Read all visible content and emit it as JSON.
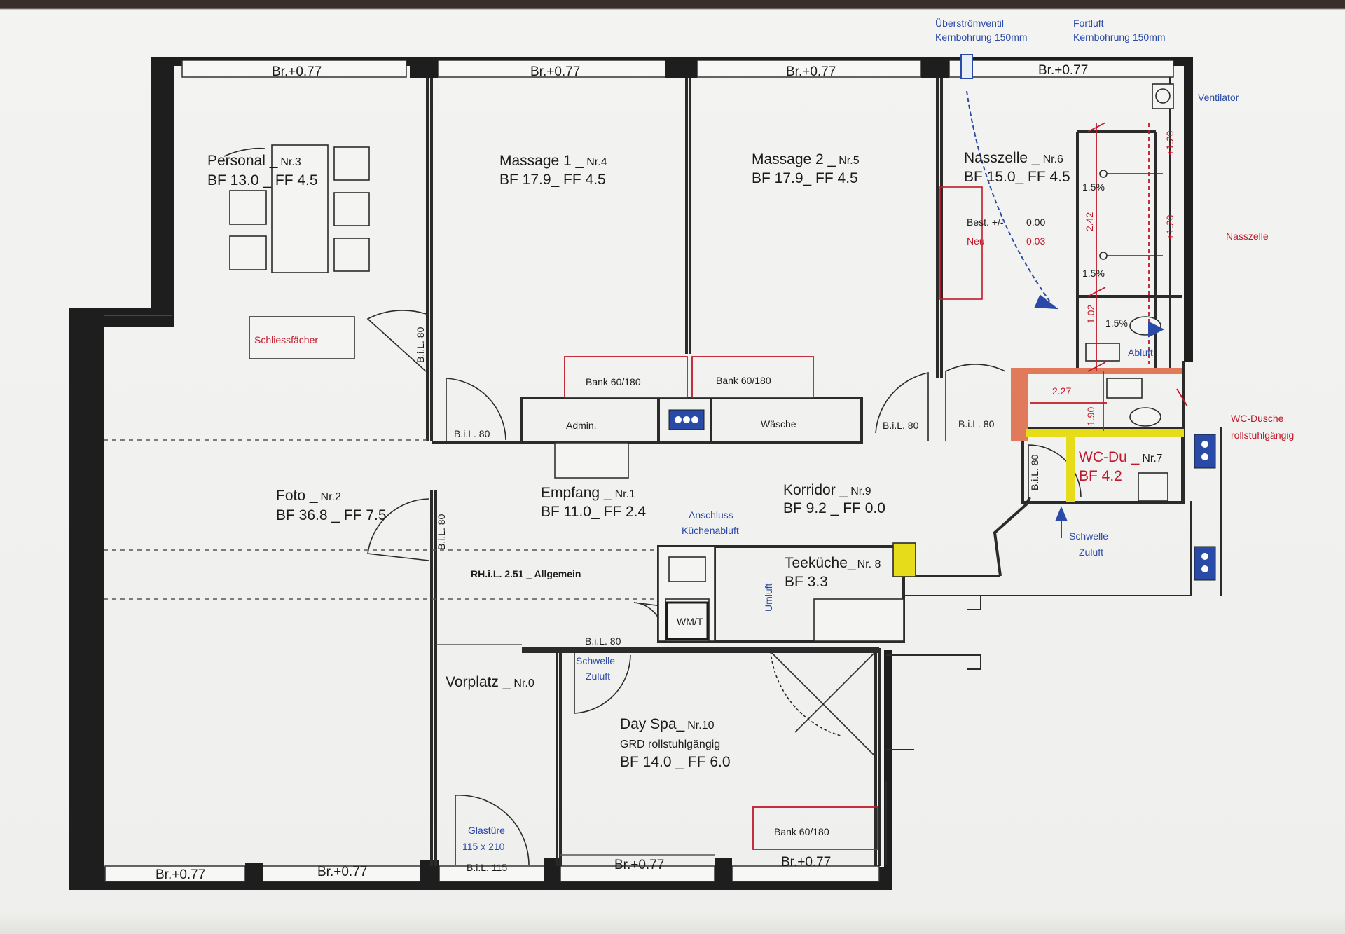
{
  "rooms": {
    "personal": {
      "name": "Personal _",
      "nr": "Nr.3",
      "area": "BF 13.0 _ FF 4.5"
    },
    "massage1": {
      "name": "Massage 1 _",
      "nr": "Nr.4",
      "area": "BF 17.9_ FF 4.5"
    },
    "massage2": {
      "name": "Massage 2 _",
      "nr": "Nr.5",
      "area": "BF 17.9_ FF 4.5"
    },
    "nasszelle": {
      "name": "Nasszelle _",
      "nr": "Nr.6",
      "area": "BF 15.0_ FF 4.5"
    },
    "foto": {
      "name": "Foto _",
      "nr": "Nr.2",
      "area": "BF 36.8 _ FF 7.5"
    },
    "empfang": {
      "name": "Empfang _",
      "nr": "Nr.1",
      "area": "BF 11.0_ FF 2.4"
    },
    "korridor": {
      "name": "Korridor _",
      "nr": "Nr.9",
      "area": "BF 9.2 _ FF 0.0"
    },
    "teekueche": {
      "name": "Teeküche_",
      "nr": "Nr. 8",
      "area": "BF 3.3"
    },
    "wcdu": {
      "name": "WC-Du _",
      "nr": "Nr.7",
      "area": "BF 4.2"
    },
    "vorplatz": {
      "name": "Vorplatz _",
      "nr": "Nr.0"
    },
    "dayspa": {
      "name": "Day Spa_",
      "nr": "Nr.10",
      "sub": "GRD rollstuhlgängig",
      "area": "BF 14.0 _ FF 6.0"
    }
  },
  "labels": {
    "ueberstroem_1": "Überströmventil",
    "ueberstroem_2": "Kernbohrung 150mm",
    "fortluft_1": "Fortluft",
    "fortluft_2": "Kernbohrung 150mm",
    "ventilator": "Ventilator",
    "nasszelle_side": "Nasszelle",
    "wcdusche_1": "WC-Dusche",
    "wcdusche_2": "rollstuhlgängig",
    "schliess": "Schliessfächer",
    "bank": "Bank 60/180",
    "admin": "Admin.",
    "waesche": "Wäsche",
    "anschluss_1": "Anschluss",
    "anschluss_2": "Küchenabluft",
    "umluft": "Umluft",
    "wmt": "WM/T",
    "rhil": "RH.i.L. 2.51 _ Allgemein",
    "schwelle": "Schwelle",
    "zuluft": "Zuluft",
    "glastuer_1": "Glastüre",
    "glastuer_2": "115 x 210",
    "abluft": "Abluft",
    "best": "Best. +/-",
    "best_val": "0.00",
    "neu": "Neu",
    "neu_val": "0.03",
    "window": "Br.+0.77",
    "bil80": "B.i.L. 80",
    "bil115": "B.i.L. 115",
    "dim_242": "2.42",
    "dim_102": "1.02",
    "dim_227": "2.27",
    "dim_190": "1.90",
    "slope": "1.5%",
    "dim_120": "+1.20"
  },
  "colors": {
    "wall": "#1e1e1e",
    "blue_text": "#2a4aa8",
    "red_text": "#c0182a",
    "wc_highlight": "#e6dc1a",
    "wall_new": "#e07a5a"
  }
}
